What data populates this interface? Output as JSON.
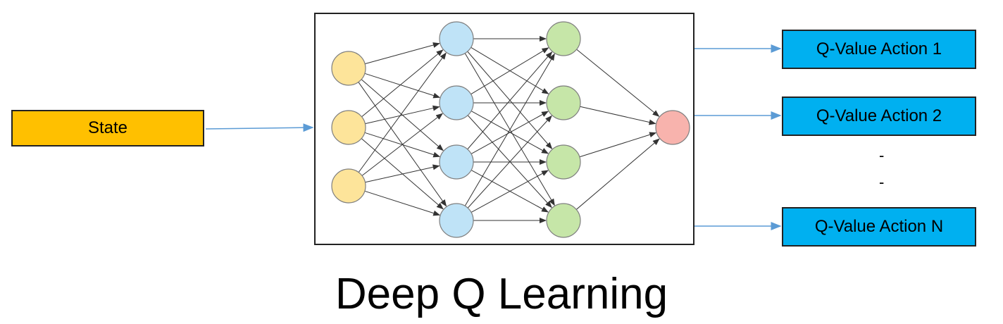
{
  "diagram": {
    "input_label": "State",
    "outputs": [
      {
        "label": "Q-Value Action 1"
      },
      {
        "label": "Q-Value Action 2"
      },
      {
        "label": "Q-Value Action N"
      }
    ],
    "ellipsis_marks": [
      "-",
      "-"
    ],
    "title": "Deep Q Learning"
  },
  "network": {
    "layers": [
      {
        "nodes": 3,
        "color": "#fde49a"
      },
      {
        "nodes": 4,
        "color": "#bfe3f7"
      },
      {
        "nodes": 4,
        "color": "#c6e6a8"
      },
      {
        "nodes": 1,
        "color": "#f8b3ad"
      }
    ]
  },
  "colors": {
    "input_box": "#ffc000",
    "output_box": "#00b0f0",
    "arrow": "#5b9bd5",
    "edge": "#333333"
  }
}
